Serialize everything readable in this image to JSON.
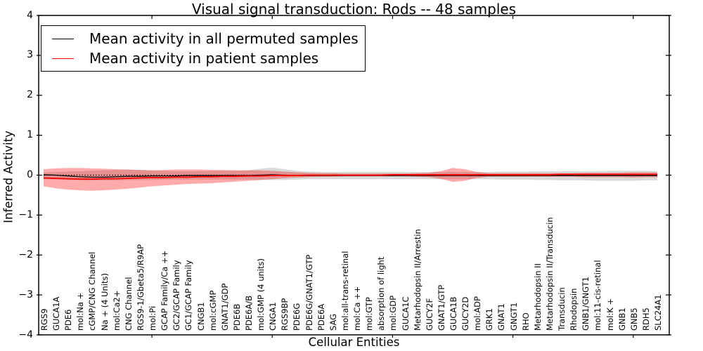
{
  "chart_data": {
    "type": "line",
    "title": "Visual signal transduction: Rods -- 48 samples",
    "xlabel": "Cellular Entities",
    "ylabel": "Inferred Activity",
    "ylim": [
      -4,
      4
    ],
    "yticks": [
      -4,
      -3,
      -2,
      -1,
      0,
      1,
      2,
      3,
      4
    ],
    "ytick_labels": [
      "−4",
      "−3",
      "−2",
      "−1",
      "0",
      "1",
      "2",
      "3",
      "4"
    ],
    "xticks_major": [
      10,
      20,
      30,
      40,
      50
    ],
    "grid": "off",
    "legend_position": "upper left",
    "axis_color": "#000000",
    "entities": [
      "RGS9",
      "GUCA1A",
      "PDE6",
      "mol:Na +",
      "cGMP/CNG Channel",
      "Na + (4 Units)",
      "mol:Ca2+",
      "CNG Channel",
      "RGS9-1/Gbeta5/R9AP",
      "mol:Pi",
      "GCAP Family/Ca ++",
      "GC2/GCAP Family",
      "GC1/GCAP Family",
      "CNGB1",
      "mol:cGMP",
      "GNAT1/GDP",
      "PDE6B",
      "PDE6A/B",
      "mol:GMP (4 units)",
      "CNGA1",
      "RGS9BP",
      "PDE6G",
      "PDE6G/GNAT1/GTP",
      "PDE6A",
      "SAG",
      "mol:all-trans-retinal",
      "mol:Ca ++",
      "mol:GTP",
      "absorption of light",
      "mol:GDP",
      "GUCA1C",
      "Metarhodopsin II/Arrestin",
      "GUCY2F",
      "GNAT1/GTP",
      "GUCA1B",
      "GUCY2D",
      "mol:ADP",
      "GRK1",
      "GNAT1",
      "GNGT1",
      "RHO",
      "Metarhodopsin II",
      "Metarhodopsin II/Transducin",
      "Transducin",
      "Rhodopsin",
      "GNB1/GNGT1",
      "mol:11-cis-retinal",
      "mol:K +",
      "GNB1",
      "GNB5",
      "RDH5",
      "SLC24A1"
    ],
    "series": [
      {
        "name": "Mean activity in all permuted samples",
        "color": "#000000",
        "values": [
          0.01,
          0.0,
          -0.02,
          -0.04,
          -0.05,
          -0.05,
          -0.04,
          -0.03,
          -0.03,
          -0.02,
          -0.02,
          -0.02,
          -0.01,
          -0.01,
          -0.01,
          -0.01,
          -0.01,
          -0.01,
          0.0,
          0.01,
          0.0,
          -0.01,
          -0.01,
          -0.01,
          -0.01,
          -0.01,
          -0.01,
          -0.01,
          -0.01,
          -0.01,
          -0.01,
          -0.01,
          -0.01,
          -0.01,
          -0.01,
          -0.01,
          -0.01,
          -0.01,
          -0.01,
          -0.01,
          -0.01,
          -0.01,
          -0.01,
          -0.01,
          -0.01,
          -0.01,
          -0.01,
          -0.01,
          -0.01,
          -0.01,
          -0.01,
          -0.01
        ]
      },
      {
        "name": "Mean activity in patient samples",
        "color": "#ff0000",
        "values": [
          -0.07,
          -0.08,
          -0.09,
          -0.1,
          -0.1,
          -0.09,
          -0.09,
          -0.08,
          -0.07,
          -0.06,
          -0.06,
          -0.05,
          -0.05,
          -0.04,
          -0.04,
          -0.03,
          -0.03,
          -0.02,
          -0.02,
          -0.01,
          -0.01,
          -0.01,
          0.0,
          0.0,
          0.0,
          0.0,
          0.0,
          0.0,
          0.0,
          0.01,
          0.01,
          0.01,
          0.01,
          0.01,
          0.01,
          0.01,
          0.01,
          0.01,
          0.01,
          0.01,
          0.01,
          0.01,
          0.01,
          0.02,
          0.02,
          0.02,
          0.02,
          0.02,
          0.02,
          0.02,
          0.02,
          0.02
        ]
      }
    ],
    "bands": [
      {
        "name": "permuted-std-band",
        "color": "#888888",
        "opacity": 0.32,
        "upper": [
          0.07,
          0.08,
          0.09,
          0.1,
          0.11,
          0.12,
          0.13,
          0.14,
          0.13,
          0.12,
          0.11,
          0.1,
          0.1,
          0.1,
          0.11,
          0.11,
          0.11,
          0.12,
          0.16,
          0.19,
          0.15,
          0.11,
          0.09,
          0.08,
          0.08,
          0.08,
          0.08,
          0.08,
          0.08,
          0.08,
          0.08,
          0.08,
          0.08,
          0.08,
          0.08,
          0.08,
          0.08,
          0.08,
          0.09,
          0.09,
          0.09,
          0.1,
          0.1,
          0.1,
          0.1,
          0.1,
          0.1,
          0.11,
          0.11,
          0.11,
          0.11,
          0.1
        ],
        "lower": [
          -0.1,
          -0.11,
          -0.12,
          -0.12,
          -0.13,
          -0.13,
          -0.13,
          -0.12,
          -0.12,
          -0.12,
          -0.11,
          -0.11,
          -0.11,
          -0.11,
          -0.11,
          -0.11,
          -0.11,
          -0.11,
          -0.12,
          -0.12,
          -0.12,
          -0.11,
          -0.1,
          -0.1,
          -0.1,
          -0.1,
          -0.1,
          -0.1,
          -0.1,
          -0.1,
          -0.1,
          -0.1,
          -0.1,
          -0.1,
          -0.1,
          -0.1,
          -0.1,
          -0.1,
          -0.11,
          -0.11,
          -0.11,
          -0.12,
          -0.12,
          -0.13,
          -0.13,
          -0.13,
          -0.14,
          -0.14,
          -0.14,
          -0.14,
          -0.13,
          -0.13
        ]
      },
      {
        "name": "patient-std-band",
        "color": "#ff0000",
        "opacity": 0.33,
        "upper": [
          0.15,
          0.17,
          0.18,
          0.18,
          0.17,
          0.16,
          0.15,
          0.14,
          0.13,
          0.12,
          0.13,
          0.14,
          0.14,
          0.14,
          0.13,
          0.13,
          0.12,
          0.12,
          0.12,
          0.11,
          0.09,
          0.07,
          0.06,
          0.05,
          0.05,
          0.04,
          0.04,
          0.04,
          0.04,
          0.04,
          0.04,
          0.05,
          0.06,
          0.1,
          0.18,
          0.15,
          0.08,
          0.05,
          0.05,
          0.05,
          0.05,
          0.05,
          0.05,
          0.05,
          0.05,
          0.06,
          0.06,
          0.06,
          0.06,
          0.07,
          0.07,
          0.07
        ],
        "lower": [
          -0.28,
          -0.33,
          -0.36,
          -0.38,
          -0.39,
          -0.38,
          -0.36,
          -0.34,
          -0.31,
          -0.28,
          -0.26,
          -0.24,
          -0.22,
          -0.21,
          -0.2,
          -0.18,
          -0.16,
          -0.14,
          -0.12,
          -0.1,
          -0.08,
          -0.06,
          -0.05,
          -0.04,
          -0.04,
          -0.03,
          -0.03,
          -0.03,
          -0.03,
          -0.03,
          -0.03,
          -0.04,
          -0.05,
          -0.09,
          -0.17,
          -0.14,
          -0.07,
          -0.04,
          -0.04,
          -0.04,
          -0.04,
          -0.04,
          -0.04,
          -0.04,
          -0.04,
          -0.05,
          -0.05,
          -0.05,
          -0.05,
          -0.06,
          -0.05,
          -0.05
        ]
      }
    ],
    "zero_line": {
      "y": 0,
      "style": "dotted",
      "color": "#000000"
    }
  }
}
